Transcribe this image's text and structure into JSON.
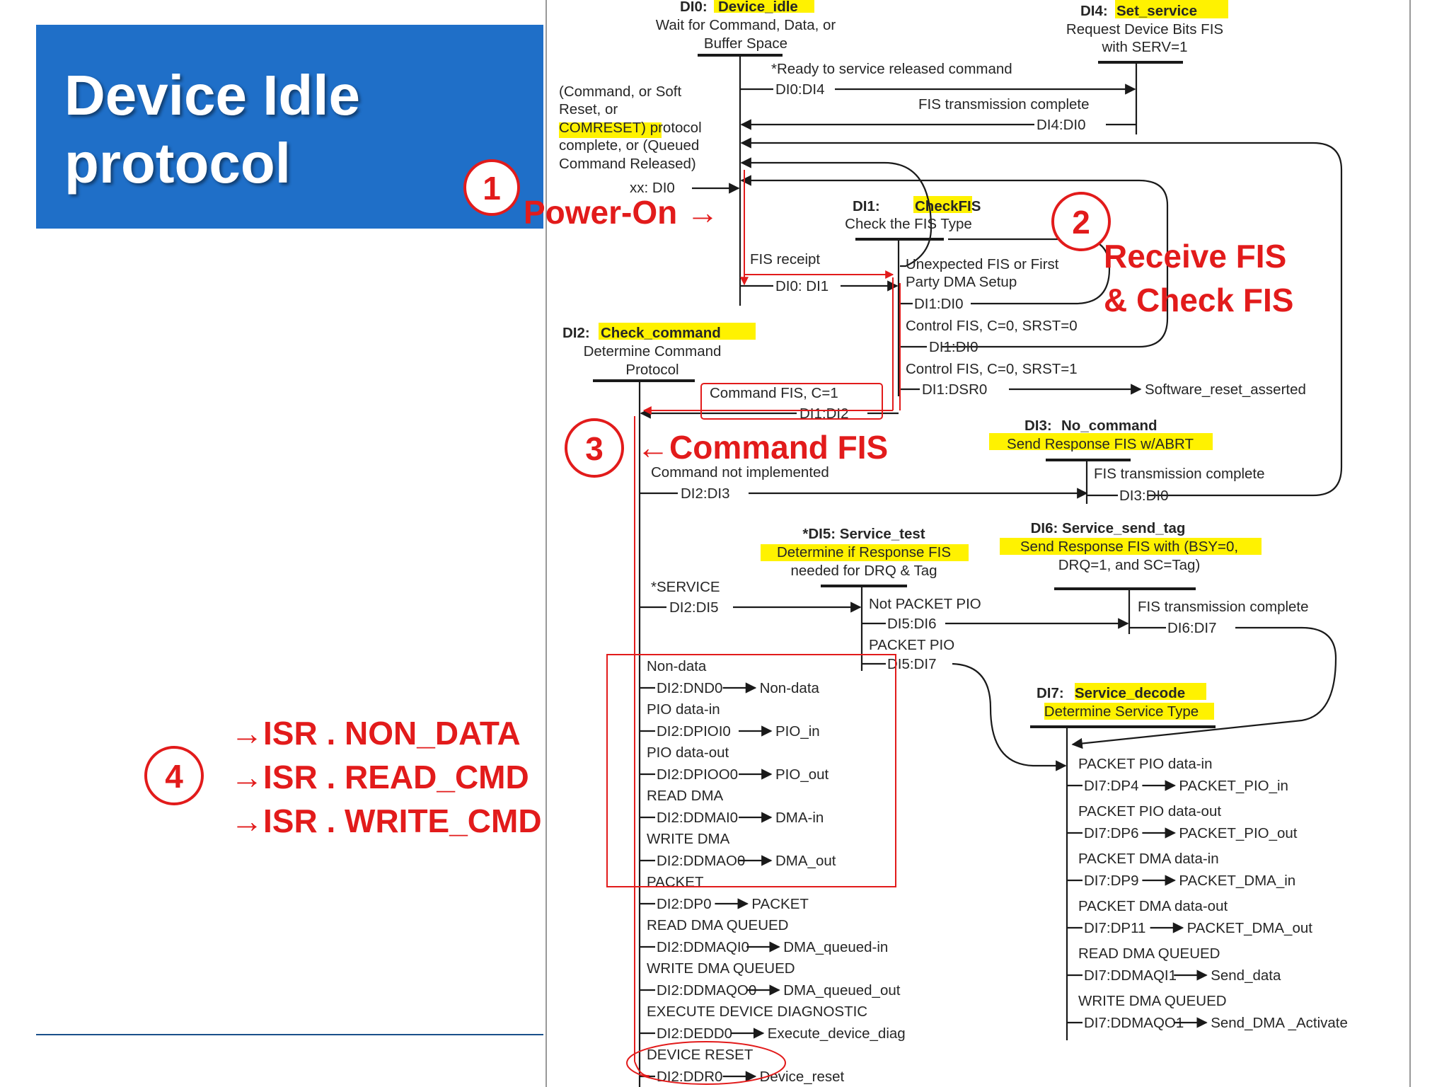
{
  "slide": {
    "title_line1": "Device Idle",
    "title_line2": "protocol"
  },
  "annotations": {
    "step1_number": "1",
    "step1_label": "Power-On →",
    "step2_number": "2",
    "step2_line1": "Receive FIS",
    "step2_line2": "& Check FIS",
    "step3_number": "3",
    "step3_label": "←Command FIS",
    "step4_number": "4",
    "isr_items": [
      "→ISR . NON_DATA",
      "→ISR . READ_CMD",
      "→ISR . WRITE_CMD"
    ]
  },
  "states": {
    "di0": {
      "id": "DI0:",
      "name": "Device_idle",
      "desc1": "Wait for Command, Data, or",
      "desc2": "Buffer Space"
    },
    "di4": {
      "id": "DI4:",
      "name": "Set_service",
      "desc1": "Request Device Bits FIS",
      "desc2": "with SERV=1"
    },
    "di1": {
      "id": "DI1:",
      "name": "CheckFIS",
      "desc1": "Check the FIS Type"
    },
    "di2": {
      "id": "DI2:",
      "name": "Check_command",
      "desc1": "Determine Command",
      "desc2": "Protocol"
    },
    "di3": {
      "id": "DI3:",
      "name": "No_command",
      "desc1": "Send Response FIS w/ABRT"
    },
    "di5": {
      "title": "*DI5: Service_test",
      "desc1": "Determine if Response FIS",
      "desc2": "needed for DRQ & Tag"
    },
    "di6": {
      "title": "DI6: Service_send_tag",
      "desc1": "Send Response FIS with (BSY=0,",
      "desc2": "DRQ=1, and SC=Tag)"
    },
    "di7": {
      "id": "DI7:",
      "name": "Service_decode",
      "desc1": "Determine Service Type"
    }
  },
  "labels": {
    "ready_service": "*Ready to service released command",
    "di0_di4": "DI0:DI4",
    "fis_tx_complete": "FIS transmission complete",
    "di4_di0": "DI4:DI0",
    "cmd_soft_1": "(Command, or Soft",
    "cmd_soft_2": "Reset, or",
    "cmd_soft_3": "COMRESET) protocol",
    "cmd_soft_4": "complete, or (Queued",
    "cmd_soft_5": "Command Released)",
    "xx_di0": "xx: DI0",
    "fis_receipt": "FIS receipt",
    "di0_di1": "DI0: DI1",
    "unexpected_1": "Unexpected FIS or First",
    "unexpected_2": "Party DMA Setup",
    "di1_di0_a": "DI1:DI0",
    "control_srst0": "Control FIS, C=0, SRST=0",
    "di1_di0_b": "DI1:DI0",
    "control_srst1": "Control FIS, C=0, SRST=1",
    "di1_dsr0": "DI1:DSR0",
    "sw_reset": "Software_reset_asserted",
    "command_fis": "Command FIS, C=1",
    "di1_di2": "DI1:DI2",
    "cmd_not_impl": "Command not implemented",
    "di2_di3": "DI2:DI3",
    "di3_di0": "DI3:DI0",
    "service": "*SERVICE",
    "di2_di5": "DI2:DI5",
    "not_packet_pio": "Not PACKET PIO",
    "di5_di6": "DI5:DI6",
    "packet_pio": "PACKET PIO",
    "di5_di7": "DI5:DI7",
    "di6_di7": "DI6:DI7"
  },
  "di2_branches": [
    {
      "cond": "Non-data",
      "trans": "DI2:DND0",
      "target": "Non-data"
    },
    {
      "cond": "PIO data-in",
      "trans": "DI2:DPIOI0",
      "target": "PIO_in"
    },
    {
      "cond": "PIO data-out",
      "trans": "DI2:DPIOO0",
      "target": "PIO_out"
    },
    {
      "cond": "READ DMA",
      "trans": "DI2:DDMAI0",
      "target": "DMA-in"
    },
    {
      "cond": "WRITE DMA",
      "trans": "DI2:DDMAO0",
      "target": "DMA_out"
    },
    {
      "cond": "PACKET",
      "trans": "DI2:DP0",
      "target": "PACKET"
    },
    {
      "cond": "READ DMA QUEUED",
      "trans": "DI2:DDMAQI0",
      "target": "DMA_queued-in"
    },
    {
      "cond": "WRITE DMA QUEUED",
      "trans": "DI2:DDMAQO0",
      "target": "DMA_queued_out"
    },
    {
      "cond": "EXECUTE DEVICE DIAGNOSTIC",
      "trans": "DI2:DEDD0",
      "target": "Execute_device_diag"
    },
    {
      "cond": "DEVICE RESET",
      "trans": "DI2:DDR0",
      "target": "Device_reset"
    }
  ],
  "di7_branches": [
    {
      "cond": "PACKET PIO data-in",
      "trans": "DI7:DP4",
      "target": "PACKET_PIO_in"
    },
    {
      "cond": "PACKET PIO data-out",
      "trans": "DI7:DP6",
      "target": "PACKET_PIO_out"
    },
    {
      "cond": "PACKET DMA data-in",
      "trans": "DI7:DP9",
      "target": "PACKET_DMA_in"
    },
    {
      "cond": "PACKET DMA data-out",
      "trans": "DI7:DP11",
      "target": "PACKET_DMA_out"
    },
    {
      "cond": "READ DMA QUEUED",
      "trans": "DI7:DDMAQI1",
      "target": "Send_data"
    },
    {
      "cond": "WRITE DMA QUEUED",
      "trans": "DI7:DDMAQO1",
      "target": "Send_DMA _Activate"
    }
  ]
}
